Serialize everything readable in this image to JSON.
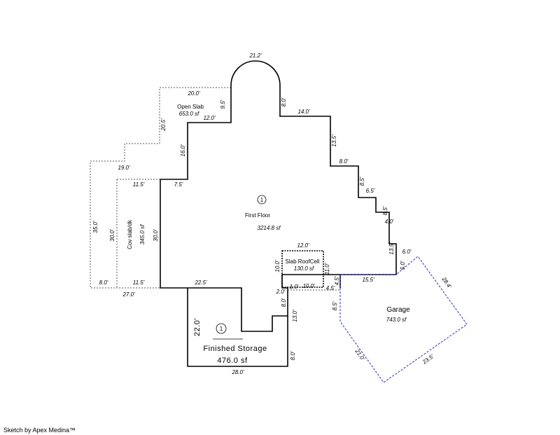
{
  "areas": {
    "first_floor": {
      "name": "First Floor",
      "area": "3214.8 sf"
    },
    "open_slab": {
      "name": "Open Slab",
      "area": "653.0 sf"
    },
    "cov_slab": {
      "name": "Cov slab/dk",
      "area": "345.0 sf"
    },
    "slab_roof": {
      "name": "Slab RoofCell",
      "area": "130.0 sf"
    },
    "storage": {
      "name": "Finished Storage",
      "area": "476.0 sf"
    },
    "garage": {
      "name": "Garage",
      "area": "743.0 sf"
    }
  },
  "level_symbol": "1",
  "dims": {
    "arc": "21.2'",
    "d8a": "8.0'",
    "d14": "14.0'",
    "d13_5a": "13.5'",
    "d8b": "8.0'",
    "d8_5a": "8.5'",
    "d6_5": "6.5'",
    "d8_5b": "8.5'",
    "d4": "4.0'",
    "d13_5b": "13.5'",
    "d6": "6.0'",
    "d5": "5.0'",
    "d15_5": "15.5'",
    "d4_5a": "4.5'",
    "d4_5b": "4.5'",
    "d8_5c": "8.5'",
    "d28_4": "28.4'",
    "d23_5": "23.5'",
    "d21_0": "21.0'",
    "d20": "20.0'",
    "d9_5": "9.5'",
    "d12a": "12.0'",
    "d20_5": "20.5'",
    "d16": "16.0'",
    "d19": "19.0'",
    "d11_5a": "11.5'",
    "d7_5": "7.5'",
    "d35": "35.0'",
    "d30a": "30.0'",
    "d30b": "30.0'",
    "d8c": "8.0'",
    "d11_5b": "11.5'",
    "d27": "27.0'",
    "d22_5": "22.5'",
    "d12b": "12.0'",
    "d10a": "10.0'",
    "d11": "11.0'",
    "d2": "2.0'",
    "d1": "1.0'",
    "d10b": "10.0'",
    "d8d": "8.0'",
    "d13": "13.0'",
    "d8e": "8.0'",
    "d28": "28.0'",
    "d22": "22.0'"
  },
  "footer": "Sketch by Apex Medina™"
}
